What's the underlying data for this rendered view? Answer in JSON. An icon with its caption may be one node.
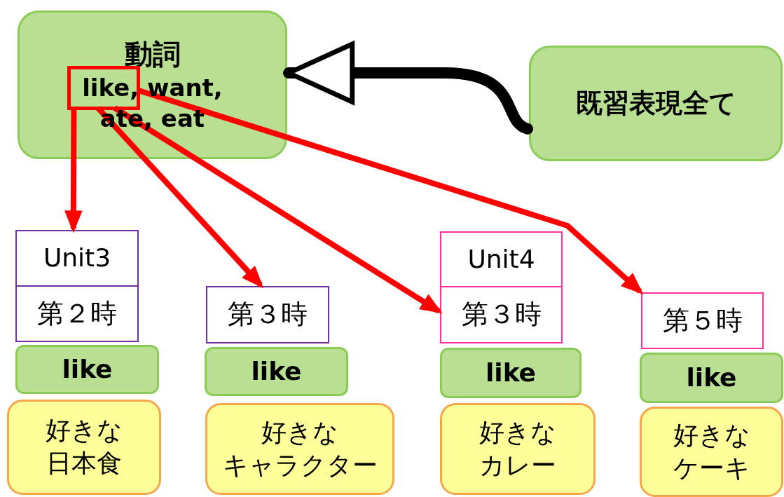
{
  "diagram": {
    "nodes": [
      {
        "text": [
          "動詞",
          "like, want, ate, eat"
        ]
      },
      {
        "text": [],
        "shape": "box",
        "in": 0
      },
      {
        "text": [
          "既習表現全て"
        ]
      },
      {
        "text": [
          "Unit3"
        ]
      },
      {
        "text": [
          "第２時"
        ]
      },
      {
        "text": [
          "like"
        ]
      },
      {
        "text": [
          "好きな日本食"
        ]
      },
      {
        "text": [
          "第３時"
        ]
      },
      {
        "text": [
          "like"
        ]
      },
      {
        "text": [
          "好きなキャラクター"
        ]
      },
      {
        "text": [
          "Unit4"
        ]
      },
      {
        "text": [
          "第３時"
        ]
      },
      {
        "text": [
          "like"
        ]
      },
      {
        "text": [
          "好きなカレー"
        ]
      },
      {
        "text": [
          "第５時"
        ]
      },
      {
        "text": [
          "like"
        ]
      },
      {
        "text": [
          "好きなケーキ"
        ]
      }
    ],
    "edges": [
      {
        "from": 2,
        "to": 0,
        "arrow": "to",
        "style": "thick",
        "color": "#000000"
      },
      {
        "from": 1,
        "to": 3,
        "arrow": "to"
      },
      {
        "from": 1,
        "to": 7,
        "arrow": "to"
      },
      {
        "from": 1,
        "to": 11,
        "arrow": "to"
      },
      {
        "from": 1,
        "to": 14,
        "arrow": "to"
      }
    ]
  }
}
